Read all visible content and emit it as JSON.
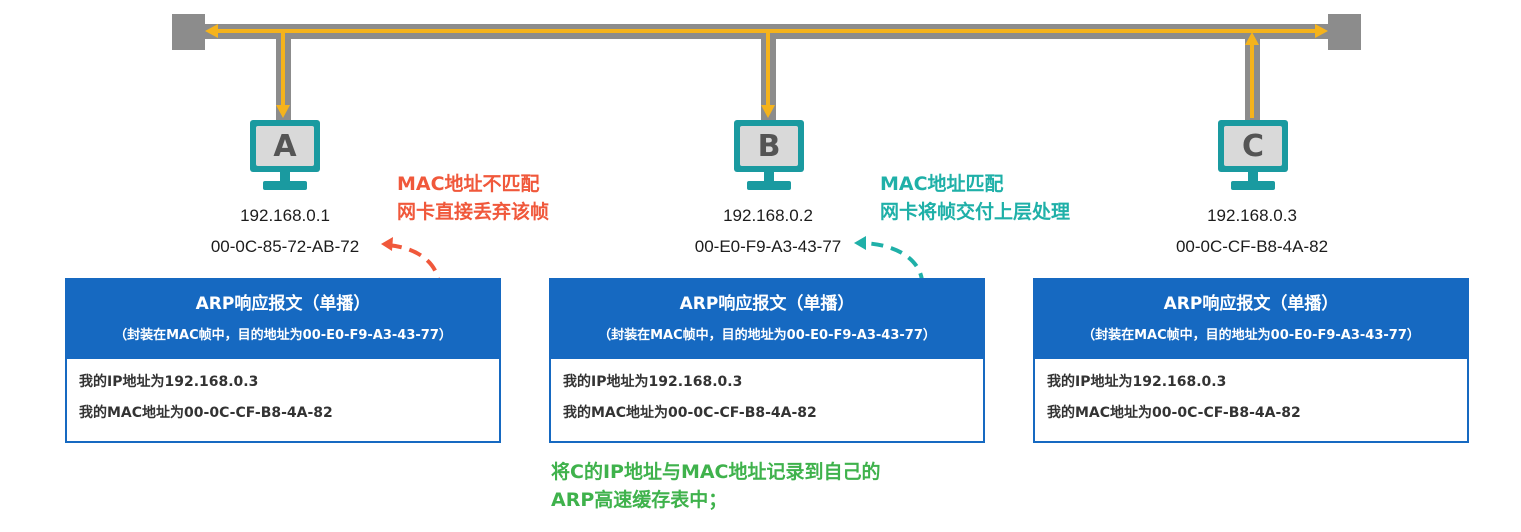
{
  "hosts": [
    {
      "id": "A",
      "letter": "A",
      "ip": "192.168.0.1",
      "mac": "00-0C-85-72-AB-72"
    },
    {
      "id": "B",
      "letter": "B",
      "ip": "192.168.0.2",
      "mac": "00-E0-F9-A3-43-77"
    },
    {
      "id": "C",
      "letter": "C",
      "ip": "192.168.0.3",
      "mac": "00-0C-CF-B8-4A-82"
    }
  ],
  "notes": {
    "a_line1": "MAC地址不匹配",
    "a_line2": "网卡直接丢弃该帧",
    "b_line1": "MAC地址匹配",
    "b_line2": "网卡将帧交付上层处理",
    "b_record_line1": "将C的IP地址与MAC地址记录到自己的",
    "b_record_line2": "ARP高速缓存表中；"
  },
  "packet": {
    "title": "ARP响应报文（单播）",
    "subtitle": "（封装在MAC帧中，目的地址为00-E0-F9-A3-43-77）",
    "ip_line": "我的IP地址为192.168.0.3",
    "mac_line": "我的MAC地址为00-0C-CF-B8-4A-82"
  },
  "colors": {
    "bus": "#8c8c8c",
    "signal": "#f5b31c",
    "host": "#1a9aa0",
    "card_header": "#1669c1",
    "mismatch": "#f0583b",
    "match": "#1fb0a8",
    "record": "#3fb24c"
  }
}
